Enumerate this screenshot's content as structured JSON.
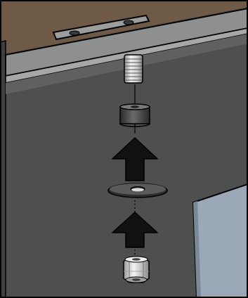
{
  "figure": {
    "kind": "assembly-instruction",
    "steps": [
      {
        "part": "threaded-stud",
        "icon": "threaded-stud-icon"
      },
      {
        "part": "spacer",
        "icon": "spacer-icon"
      },
      {
        "part": "flat-washer",
        "icon": "washer-icon"
      },
      {
        "part": "hex-nut",
        "icon": "hex-nut-icon"
      }
    ],
    "assembly_direction": "up",
    "colors": {
      "ceiling": "#6f5a47",
      "rail": "#8e9090",
      "rail_shadow": "#5f6161",
      "panel": "#4f5050",
      "blue_panel": "#9aa8b8",
      "arrow": "#111111",
      "outline": "#000000",
      "metal_light": "#e8e8e8",
      "metal_dark": "#8a8a8a"
    }
  }
}
